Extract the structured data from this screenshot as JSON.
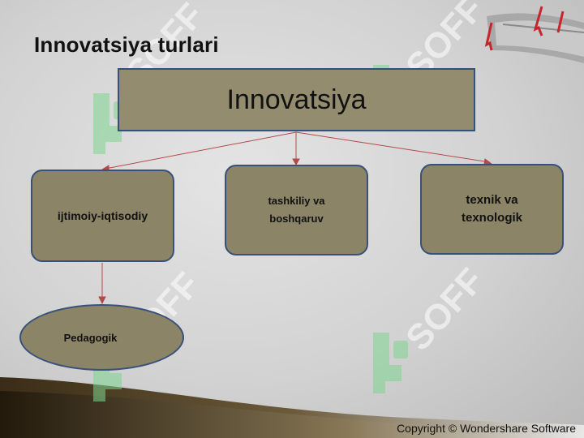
{
  "slide": {
    "title": "Innovatsiya turlari",
    "main_node": "Innovatsiya",
    "nodes": [
      {
        "line1": "ijtimoiy-iqtisodiy"
      },
      {
        "line1": "tashkiliy va",
        "line2": "boshqaruv"
      },
      {
        "line1": "texnik va",
        "line2": "texnologik"
      }
    ],
    "sub_node": "Pedagogik",
    "watermark": "SOFF",
    "copyright": "Copyright © Wondershare Software"
  },
  "colors": {
    "box_fill": "#8b8466",
    "box_border": "#38507a",
    "connector": "#b24a4a",
    "watermark": "#7ed58f"
  },
  "icons": [
    "bookmark-ribbon-icon",
    "watermark-logo-icon"
  ]
}
